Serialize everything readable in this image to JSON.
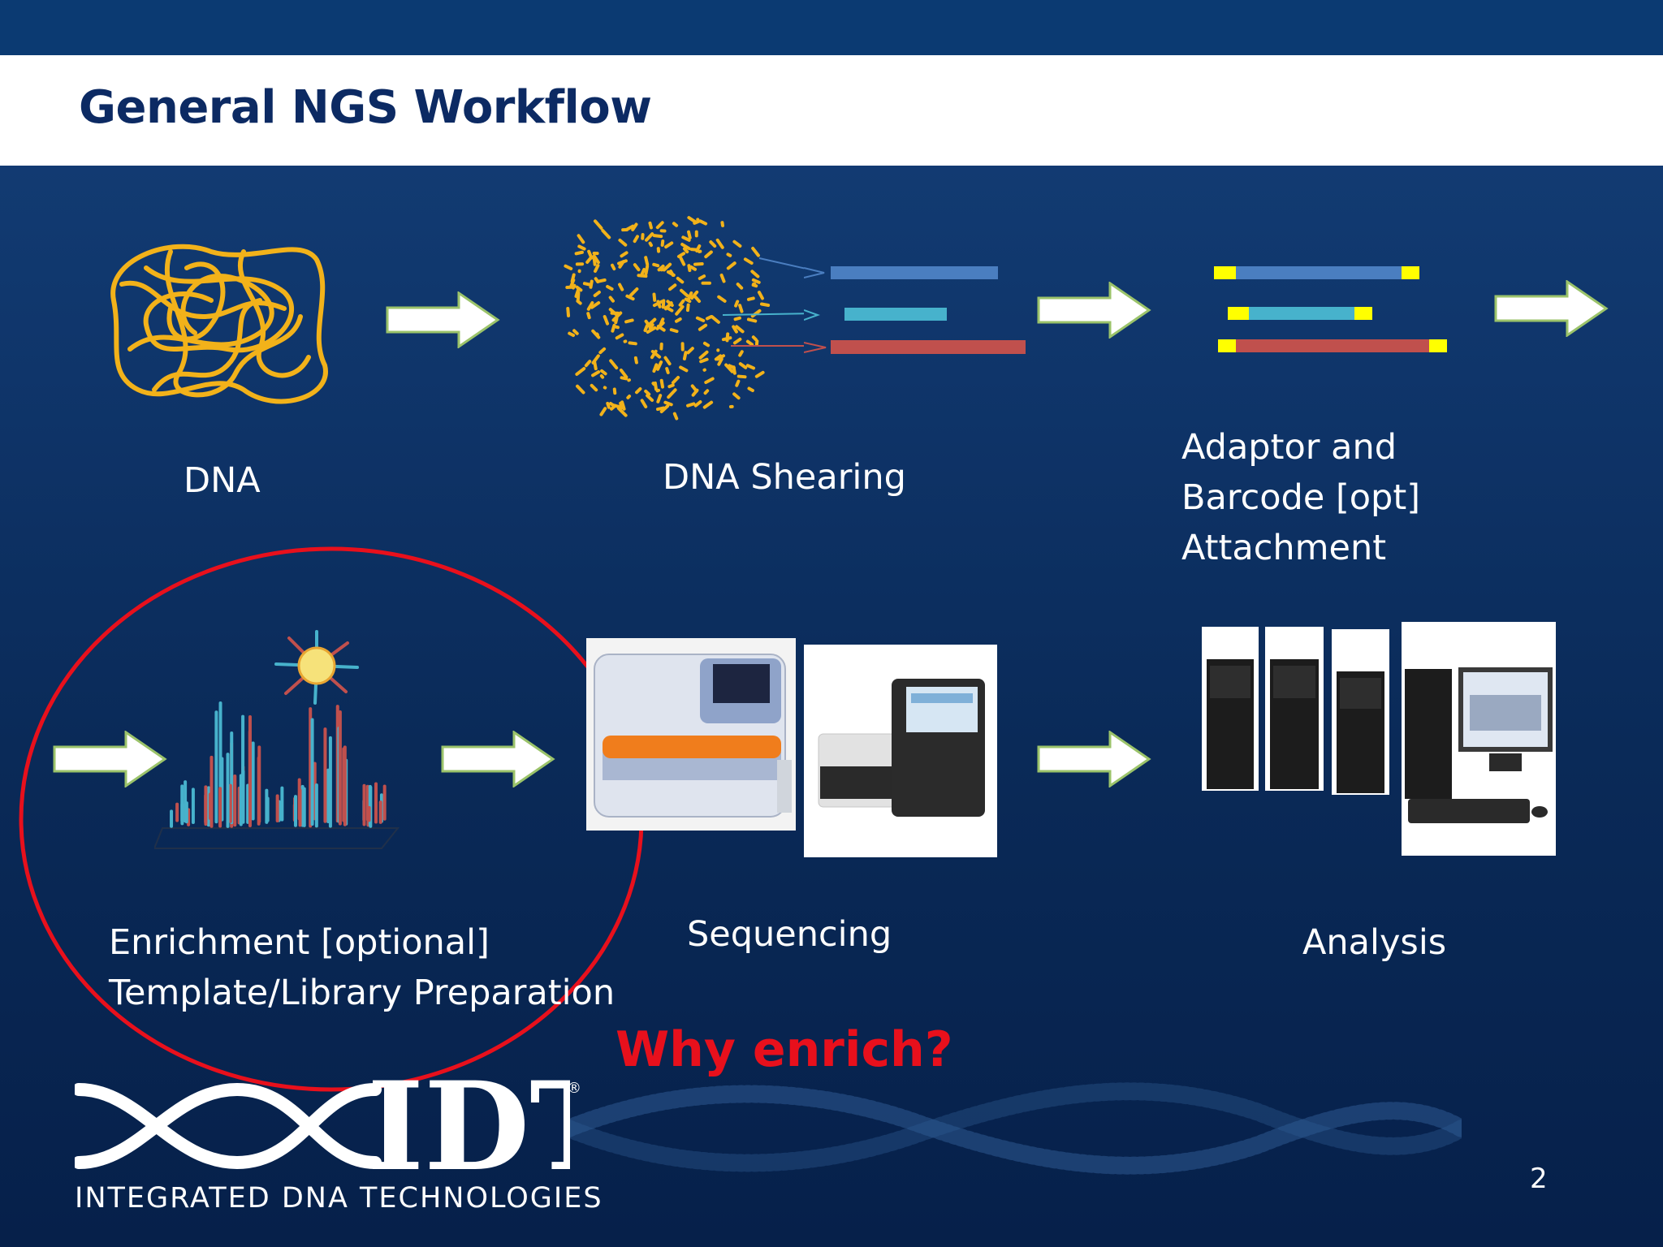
{
  "slide": {
    "title": "General NGS Workflow",
    "page_number": "2",
    "callout": "Why enrich?",
    "colors": {
      "background": "#0f356a",
      "title": "#0c2a63",
      "callout": "#e8101c",
      "highlight_circle": "#e8101c",
      "dna": "#f2b21a",
      "arrow_fill": "#ffffff",
      "arrow_stroke": "#9bc36a"
    }
  },
  "steps": [
    {
      "label_lines": [
        "DNA"
      ]
    },
    {
      "label_lines": [
        "DNA Shearing"
      ]
    },
    {
      "label_lines": [
        "Adaptor and",
        "Barcode [opt]",
        "Attachment"
      ]
    },
    {
      "label_lines": [
        "Enrichment [optional]",
        "Template/Library Preparation"
      ]
    },
    {
      "label_lines": [
        "Sequencing"
      ]
    },
    {
      "label_lines": [
        "Analysis"
      ]
    }
  ],
  "logo": {
    "wordmark": "IDT",
    "subtitle": "INTEGRATED DNA TECHNOLOGIES",
    "registered": "®"
  },
  "fragment_colors": [
    "#4a7ec0",
    "#47b2cc",
    "#c0504d"
  ],
  "adaptor_color": "#ffff00"
}
